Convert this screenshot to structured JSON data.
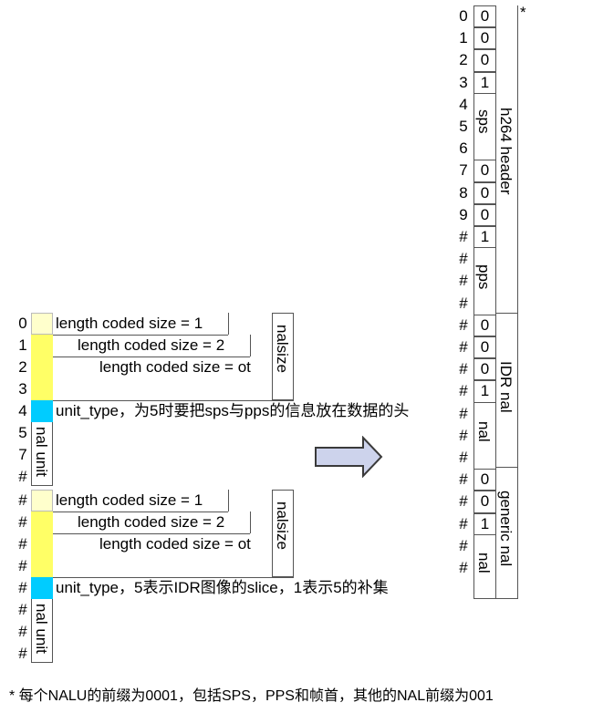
{
  "colors": {
    "cream": "#ffffcc",
    "yellow": "#ffff66",
    "cyan": "#00ccff",
    "line": "#555555",
    "arrow_fill": "#cdd3ec",
    "arrow_stroke": "#3a3a3a"
  },
  "left": {
    "block1": {
      "indices": [
        "0",
        "1",
        "2",
        "3",
        "4",
        "5",
        "7",
        "#"
      ],
      "rows": [
        "length coded size = 1",
        "length coded size = 2",
        "length coded size = ot"
      ],
      "nalsize": "nalsize",
      "unit_type": "unit_type，为5时要把sps与pps的信息放在数据的头",
      "nal_unit": "nal unit"
    },
    "block2": {
      "indices": [
        "#",
        "#",
        "#",
        "#",
        "#",
        "#",
        "#",
        "#"
      ],
      "rows": [
        "length coded size = 1",
        "length coded size = 2",
        "length coded size = ot"
      ],
      "nalsize": "nalsize",
      "unit_type": "unit_type，5表示IDR图像的slice，1表示5的补集",
      "nal_unit": "nal unit"
    }
  },
  "right": {
    "indices": [
      "0",
      "1",
      "2",
      "3",
      "4",
      "5",
      "6",
      "7",
      "8",
      "9",
      "#",
      "#",
      "#",
      "#",
      "#",
      "#",
      "#",
      "#",
      "#",
      "#",
      "#",
      "#",
      "#",
      "#",
      "#",
      "#"
    ],
    "values": [
      "0",
      "0",
      "0",
      "1",
      "",
      "",
      "",
      "0",
      "0",
      "0",
      "1",
      "",
      "",
      "",
      "0",
      "0",
      "0",
      "1",
      "",
      "",
      "",
      "0",
      "0",
      "1",
      "",
      ""
    ],
    "sps": "sps",
    "pps": "pps",
    "nal1": "nal",
    "nal2": "nal",
    "h264_header": "h264 header",
    "idr_nal": "IDR nal",
    "generic_nal": "generic nal",
    "asterisk": "*"
  },
  "footnote": "* 每个NALU的前缀为0001，包括SPS，PPS和帧首，其他的NAL前缀为001"
}
